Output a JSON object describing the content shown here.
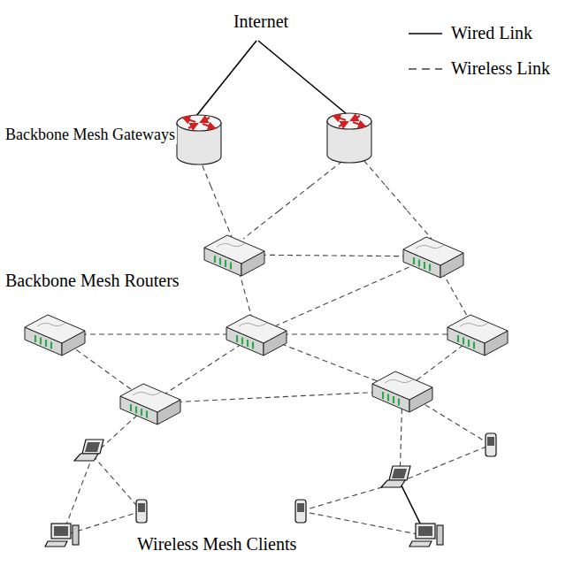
{
  "diagram": {
    "nodes": [
      {
        "text": [
          "Internet"
        ]
      },
      {
        "text": [
          "Backbone Mesh Gateways"
        ]
      },
      {
        "text": [
          "Backbone Mesh Routers"
        ]
      }
    ],
    "edges": [
      {
        "from": 0,
        "to": 1,
        "arrow": "none"
      },
      {
        "from": 0,
        "to": 1,
        "arrow": "none"
      },
      {
        "from": 1,
        "to": 2,
        "arrow": "none"
      },
      {
        "from": 1,
        "to": 2,
        "arrow": "none"
      },
      {
        "from": 1,
        "to": 2,
        "arrow": "none"
      }
    ],
    "labels": [
      "Wireless Mesh Clients"
    ],
    "legend": [
      {
        "text": "Wired Link"
      },
      {
        "text": "Wireless Link"
      }
    ]
  }
}
